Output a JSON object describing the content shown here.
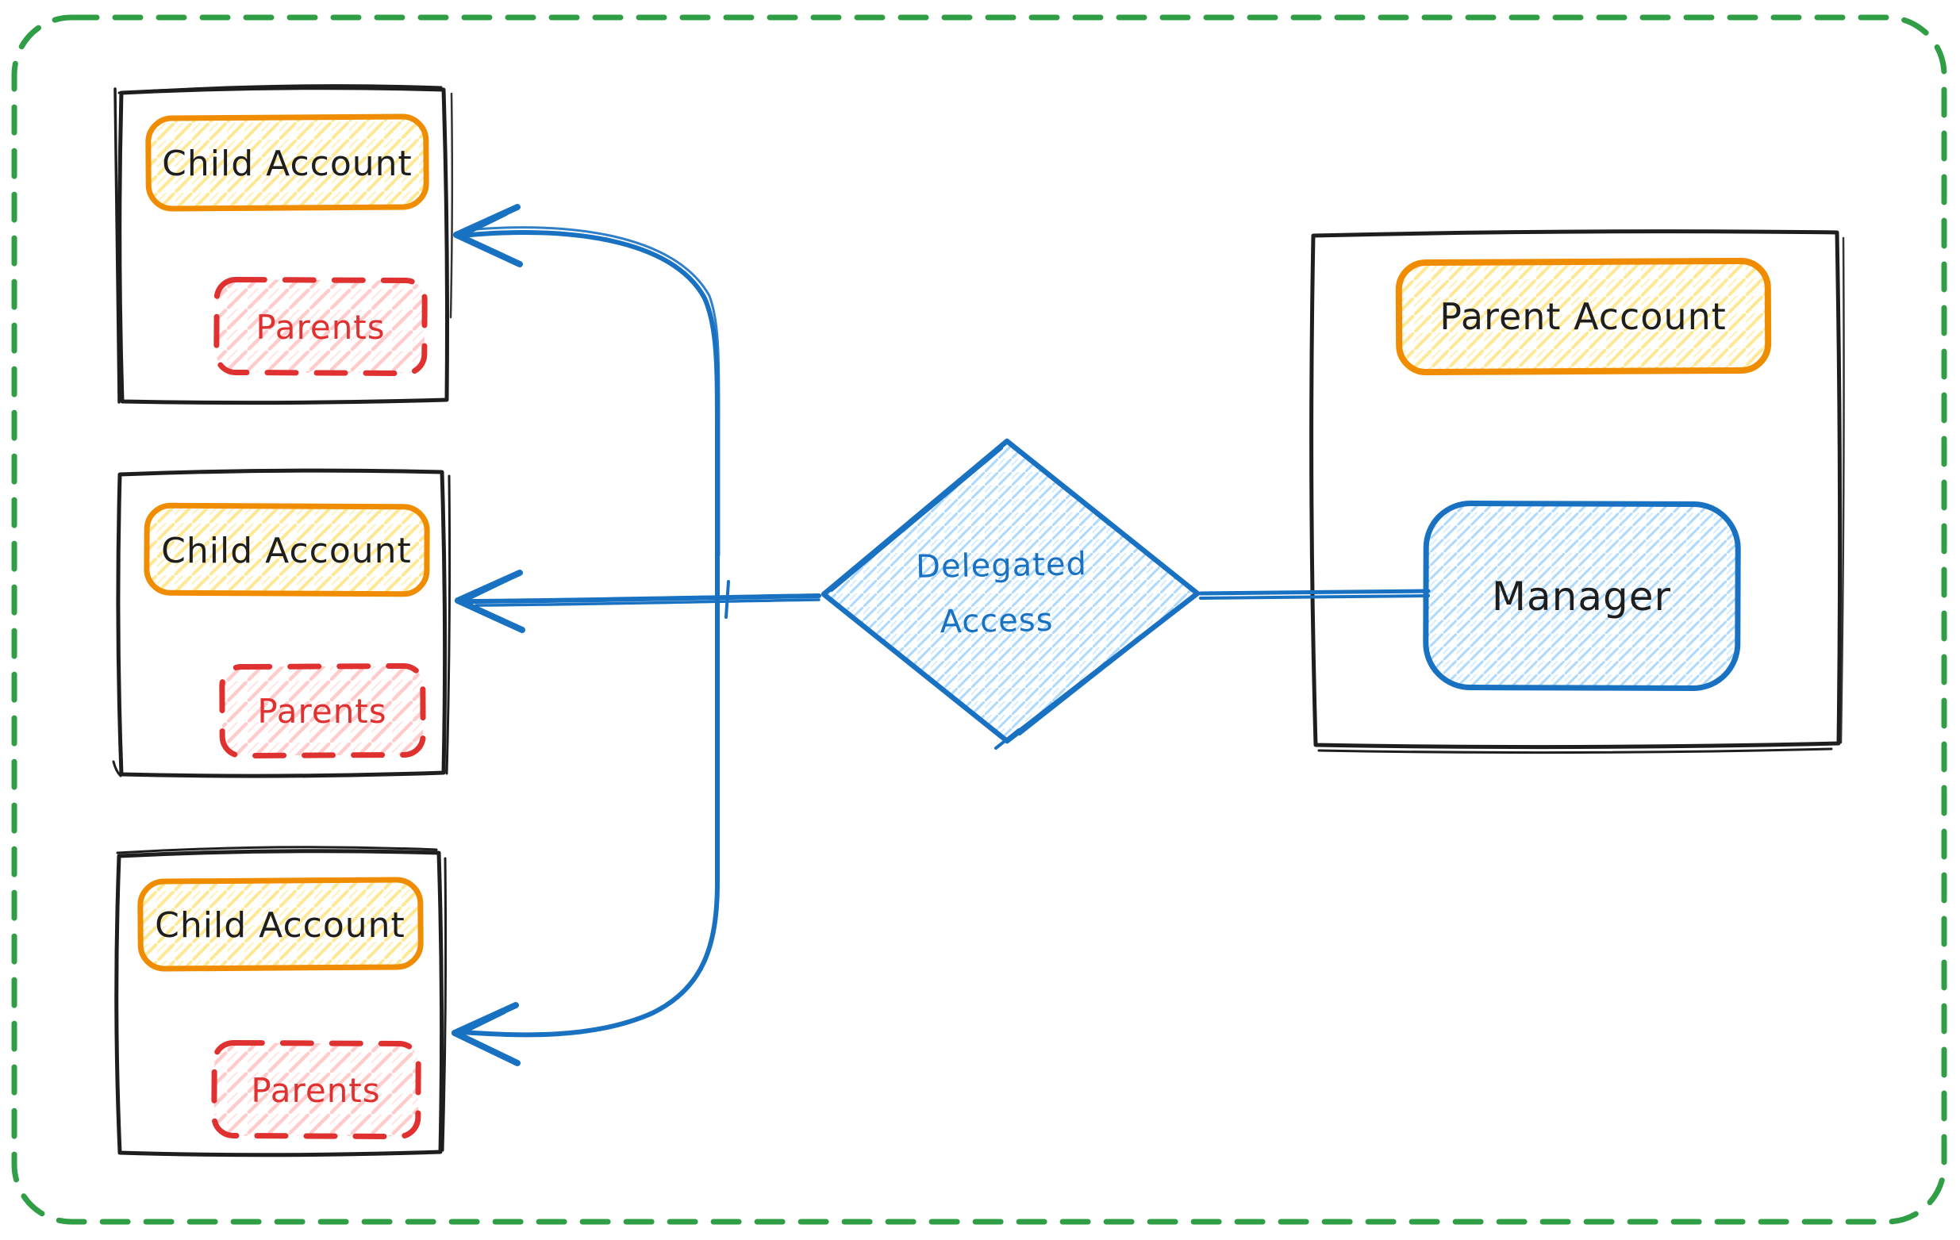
{
  "diagram": {
    "canvas": {
      "border_color": "#2f9e44",
      "background": "#ffffff"
    },
    "palette": {
      "sketch_black": "#1e1e1e",
      "orange_stroke": "#f08c00",
      "yellow_hatch": "#ffd43b",
      "red_stroke": "#e03131",
      "pink_hatch": "#ffa8a8",
      "blue_stroke": "#1971c2",
      "light_blue_hatch": "#74c0fc"
    },
    "child_accounts": [
      {
        "account_label": "Child Account",
        "members_label": "Parents"
      },
      {
        "account_label": "Child Account",
        "members_label": "Parents"
      },
      {
        "account_label": "Child Account",
        "members_label": "Parents"
      }
    ],
    "decision": {
      "line1": "Delegated",
      "line2": "Access"
    },
    "parent": {
      "account_label": "Parent Account",
      "manager_label": "Manager"
    }
  }
}
